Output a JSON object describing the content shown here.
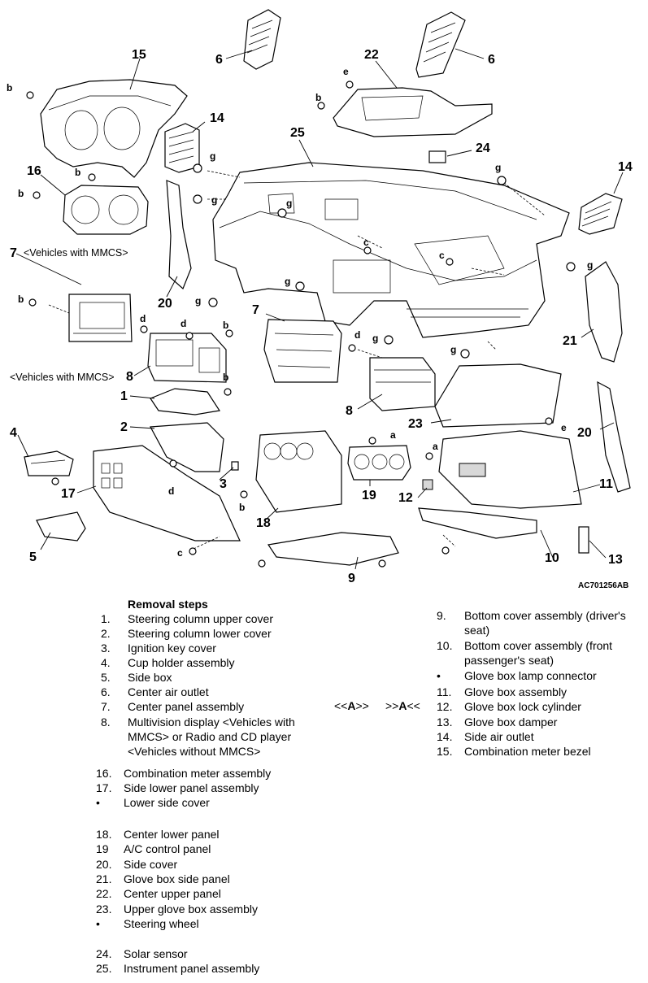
{
  "diagram": {
    "code": "AC701256AB",
    "notes": {
      "mmcs_a": "<Vehicles with MMCS>",
      "mmcs_b": "<Vehicles with MMCS>"
    },
    "callouts": [
      "1",
      "2",
      "3",
      "4",
      "5",
      "6",
      "7",
      "8",
      "9",
      "10",
      "11",
      "12",
      "13",
      "14",
      "15",
      "16",
      "17",
      "18",
      "19",
      "20",
      "21",
      "22",
      "23",
      "24",
      "25"
    ],
    "fasteners": [
      "a",
      "b",
      "c",
      "d",
      "e",
      "g"
    ]
  },
  "steps": {
    "title": "Removal steps",
    "left": [
      {
        "num": "1.",
        "text": "Steering column upper cover"
      },
      {
        "num": "2.",
        "text": "Steering column lower cover"
      },
      {
        "num": "3.",
        "text": "Ignition key cover"
      },
      {
        "num": "4.",
        "text": "Cup holder assembly"
      },
      {
        "num": "5.",
        "text": "Side box"
      },
      {
        "num": "6.",
        "text": "Center air outlet"
      },
      {
        "num": "7.",
        "text": "Center panel assembly"
      },
      {
        "num": "8.",
        "text": "Multivision display <Vehicles with"
      },
      {
        "num": "",
        "text": "MMCS> or Radio and CD player"
      },
      {
        "num": "",
        "text": "<Vehicles without MMCS>"
      }
    ],
    "left2": [
      {
        "num": "16.",
        "text": "Combination meter assembly"
      },
      {
        "num": "17.",
        "text": "Side lower panel assembly"
      },
      {
        "num": "•",
        "text": "Lower side cover"
      },
      {
        "num": "18.",
        "text": "Center lower panel"
      },
      {
        "num": "19",
        "text": "A/C control panel"
      },
      {
        "num": "20.",
        "text": "Side cover"
      },
      {
        "num": "21.",
        "text": "Glove box side panel"
      },
      {
        "num": "22.",
        "text": "Center upper panel"
      },
      {
        "num": "23.",
        "text": "Upper glove box assembly"
      },
      {
        "num": "•",
        "text": "Steering wheel"
      },
      {
        "num": "24.",
        "text": "Solar sensor"
      },
      {
        "num": "25.",
        "text": "Instrument panel assembly"
      }
    ],
    "right": [
      {
        "num": "9.",
        "text": "Bottom cover assembly (driver's"
      },
      {
        "num": "",
        "text": "seat)"
      },
      {
        "num": "10.",
        "text": "Bottom cover assembly (front"
      },
      {
        "num": "",
        "text": "passenger's seat)"
      },
      {
        "num": "•",
        "text": "Glove box lamp connector"
      },
      {
        "num": "11.",
        "text": "Glove box assembly"
      },
      {
        "num": "12.",
        "text": "Glove box lock cylinder"
      },
      {
        "num": "13.",
        "text": "Glove box damper"
      },
      {
        "num": "14.",
        "text": "Side air outlet"
      },
      {
        "num": "15.",
        "text": "Combination meter bezel"
      }
    ],
    "marker_left": {
      "pre": "<<",
      "letter": "A",
      "post": ">>"
    },
    "marker_right": {
      "pre": ">>",
      "letter": "A",
      "post": "<<"
    }
  }
}
